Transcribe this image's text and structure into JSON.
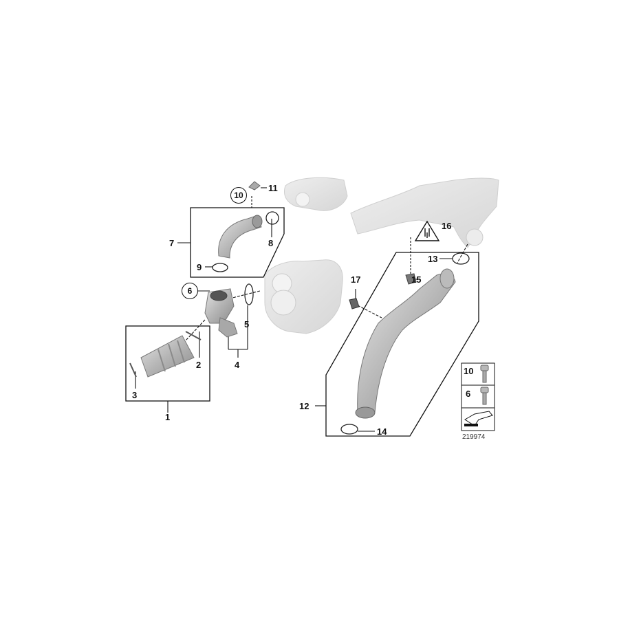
{
  "diagram": {
    "figure_number": "219974",
    "callouts": [
      {
        "id": "1",
        "label": "1"
      },
      {
        "id": "2",
        "label": "2"
      },
      {
        "id": "3",
        "label": "3"
      },
      {
        "id": "4",
        "label": "4"
      },
      {
        "id": "5",
        "label": "5"
      },
      {
        "id": "6",
        "label": "6",
        "circled": true
      },
      {
        "id": "7",
        "label": "7"
      },
      {
        "id": "8",
        "label": "8"
      },
      {
        "id": "9",
        "label": "9"
      },
      {
        "id": "10",
        "label": "10",
        "circled": true
      },
      {
        "id": "11",
        "label": "11"
      },
      {
        "id": "12",
        "label": "12"
      },
      {
        "id": "13",
        "label": "13"
      },
      {
        "id": "14",
        "label": "14"
      },
      {
        "id": "15",
        "label": "15"
      },
      {
        "id": "16",
        "label": "16"
      },
      {
        "id": "17",
        "label": "17"
      }
    ],
    "legend_box": {
      "items": [
        {
          "label": "10",
          "icon": "bolt-icon"
        },
        {
          "label": "6",
          "icon": "bolt-icon"
        }
      ],
      "footer_icon": "direction-arrow-icon"
    }
  }
}
